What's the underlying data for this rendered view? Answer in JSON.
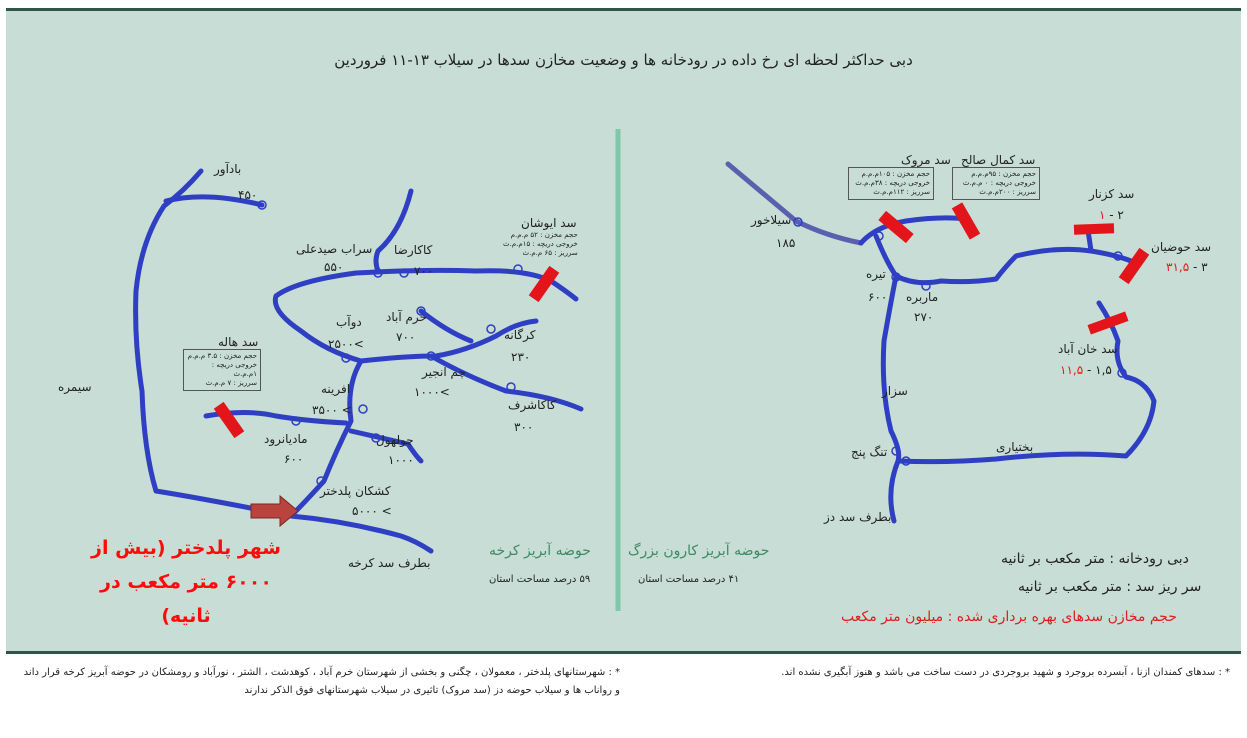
{
  "title": "دبی حداکثر لحظه ای رخ داده در رودخانه ها و وضعیت مخازن سدها در سیلاب ۱۳-۱۱ فروردین",
  "colors": {
    "river": "#2f3fc4",
    "dam": "#e4151a",
    "divider": "#7fc8a9",
    "background": "#c7ddd5",
    "basin_text": "#3d8a66",
    "arrow": "#b8433f"
  },
  "left_basin": {
    "name": "حوضه آبریز کرخه",
    "area": "۵۹ درصد مساحت استان",
    "labels": [
      {
        "name": "بادآور",
        "value": "۴۵۰"
      },
      {
        "name": "سراب صیدعلی",
        "value": "۵۵۰"
      },
      {
        "name": "کاکارضا",
        "value": "۷۰۰"
      },
      {
        "name": "خرم آباد",
        "value": "۷۰۰"
      },
      {
        "name": "دوآب",
        "value": "۲۵۰۰<"
      },
      {
        "name": "کرگانه",
        "value": "۲۳۰"
      },
      {
        "name": "چم انجیر",
        "value": "۱۰۰۰<"
      },
      {
        "name": "کاکاشرف",
        "value": "۳۰۰"
      },
      {
        "name": "افرینه",
        "value": "۳۵۰۰ <"
      },
      {
        "name": "چولهول",
        "value": "۱۰۰۰"
      },
      {
        "name": "مادیانرود",
        "value": "۶۰۰"
      },
      {
        "name": "کشکان پلدختر",
        "value": "۵۰۰۰ <"
      },
      {
        "name": "سیمره",
        "value": ""
      },
      {
        "name": "بطرف سد کرخه",
        "value": ""
      }
    ],
    "dams": [
      {
        "name": "سد ایوشان",
        "details": [
          "حجم مخزن : ۵۲ م.م.م",
          "خروجی دریچه : ۱۵م.م.ث",
          "سرریز : ۶۵ م.م.ث"
        ]
      },
      {
        "name": "سد هاله",
        "details": [
          "حجم مخزن : ۳.۵ م.م.م",
          "خروجی دریچه : ۱م.م.ث",
          "سرریز : ۷ م.م.ث"
        ]
      }
    ],
    "city": [
      "شهر پلدختر (بیش از",
      "۶۰۰۰ متر مکعب در ثانیه)"
    ]
  },
  "right_basin": {
    "name": "حوضه آبریز کارون بزرگ",
    "area": "۴۱ درصد مساحت استان",
    "labels": [
      {
        "name": "سیلاخور",
        "value": "۱۸۵"
      },
      {
        "name": "تیره",
        "value": "۶۰۰"
      },
      {
        "name": "ماربره",
        "value": "۲۷۰"
      },
      {
        "name": "سزار",
        "value": ""
      },
      {
        "name": "تنگ پنج",
        "value": ""
      },
      {
        "name": "بختیاری",
        "value": ""
      },
      {
        "name": "بطرف سد دز",
        "value": ""
      }
    ],
    "dams": [
      {
        "name": "سد مروک",
        "details": [
          "حجم مخزن : ۱۰۵م.م.م",
          "خروجی دریچه : ۳۸م.م.ث",
          "سرریز : ۱۱۲م.م.ث"
        ]
      },
      {
        "name": "سد کمال صالح",
        "details": [
          "حجم مخزن : ۹۵م.م.م",
          "خروجی دریچه : ۰ م.م.ث",
          "سرریز : ۲۰۰م.م.ث"
        ]
      },
      {
        "name": "سد کزنار",
        "flow": "۲ - ",
        "volume": "۱"
      },
      {
        "name": "سد حوضیان",
        "flow": "۳ - ",
        "volume": "۳۱,۵"
      },
      {
        "name": "سد خان آباد",
        "flow": "۱,۵ - ",
        "volume": "۱۱,۵"
      }
    ]
  },
  "legend": {
    "line1": "دبی رودخانه :  متر مکعب بر ثانیه",
    "line2": "سر ریز سد : متر مکعب بر ثانیه",
    "line3": "حجم مخازن سدهای بهره برداری شده : میلیون متر مکعب"
  },
  "notes": {
    "right": "* : سدهای کمندان ازنا ، آبسرده بروجرد و شهید بروجردی در دست ساخت می باشد و هنوز آبگیری نشده اند.",
    "left": "* : شهرستانهای پلدختر ، معمولان ، چگنی و بخشی از شهرستان خرم آباد ، کوهدشت ، الشتر ، نورآباد و رومشکان در حوضه آبریز کرخه قرار داند و رواناب ها و سیلاب حوضه دز (سد مروک) تاثیری در سیلاب شهرستانهای فوق الذکر ندارند"
  }
}
